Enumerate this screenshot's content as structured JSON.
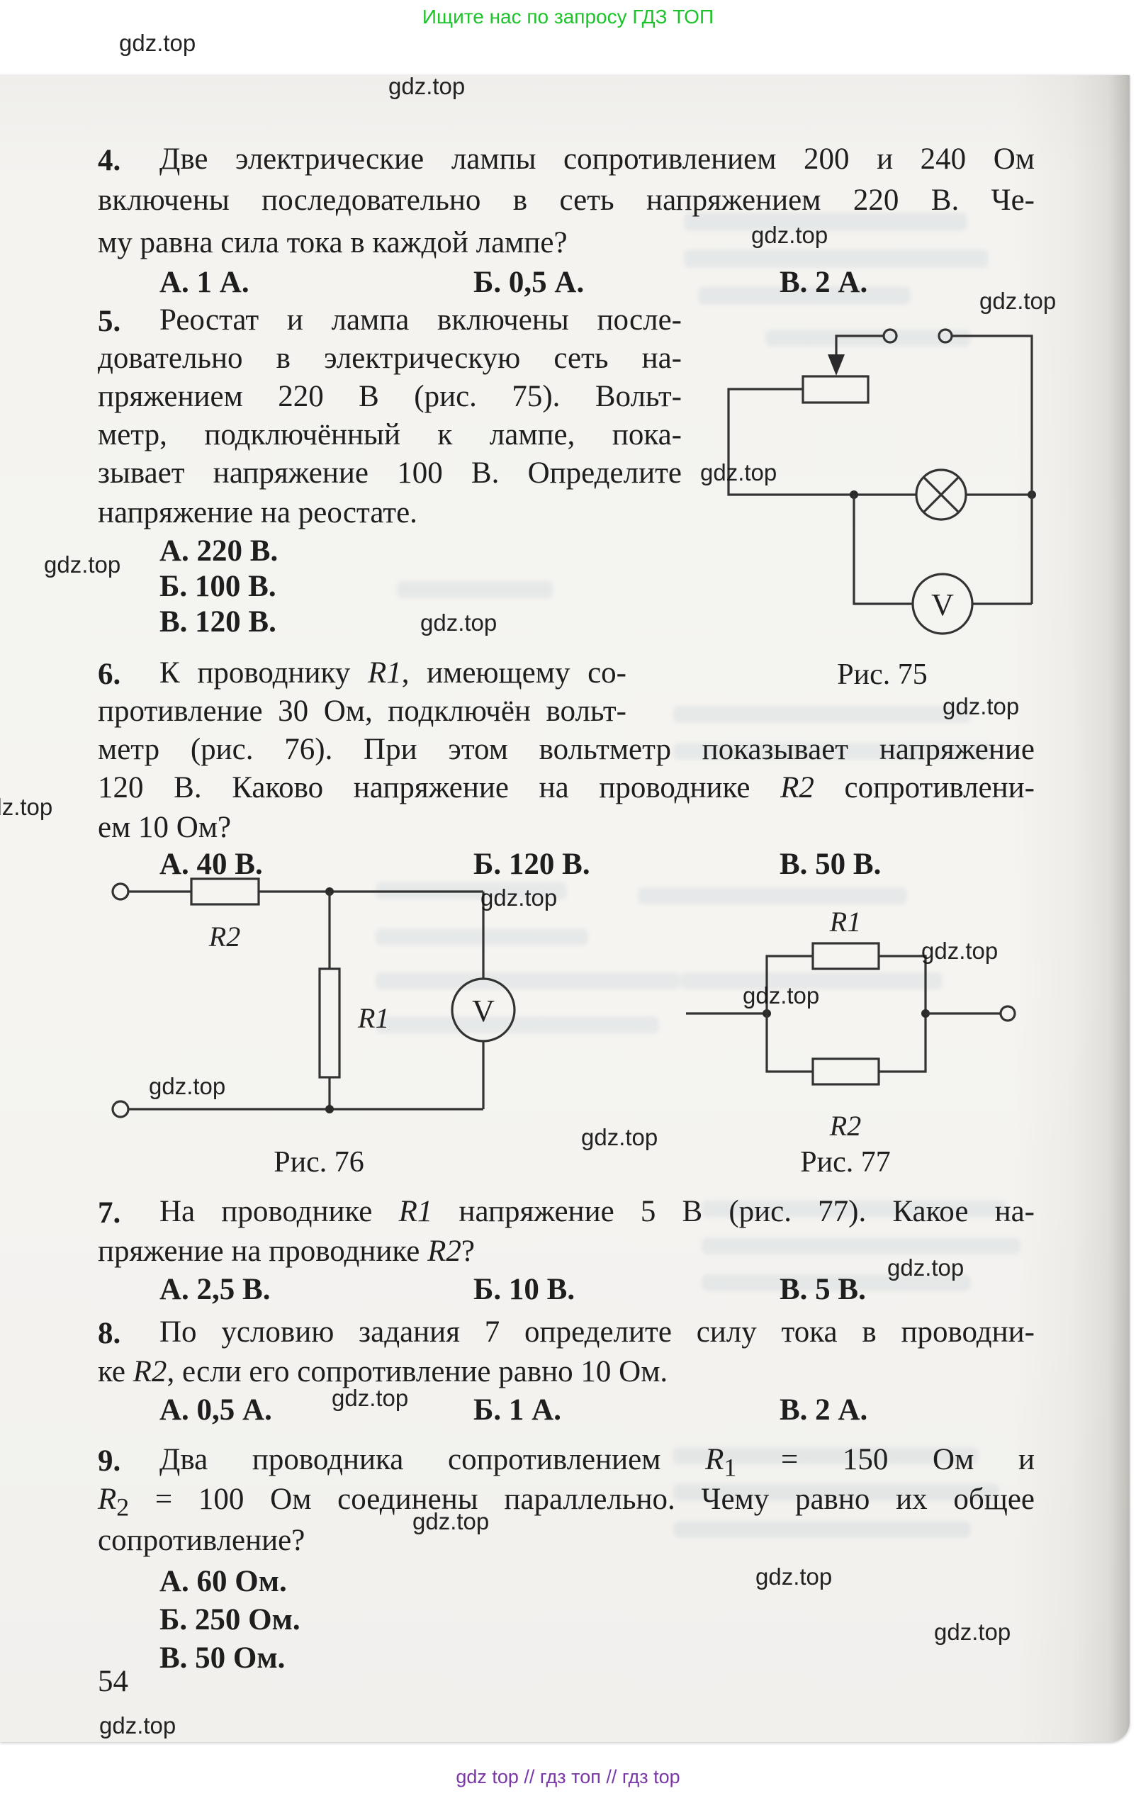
{
  "banner": {
    "text": "Ищите нас по запросу ГДЗ ТОП",
    "color": "#1dc32a"
  },
  "footer": {
    "text": "gdz top  //  гдз топ  //  гдз top",
    "color": "#7a38a6"
  },
  "watermark_text": "gdz.top",
  "page_number": "54",
  "colors": {
    "ink": "#1e1e1e",
    "paper": "#f4f3f0",
    "banner_green": "#1dc32a",
    "footer_purple": "#7a38a6"
  },
  "problems": {
    "p4": {
      "number": "4.",
      "lines": [
        "Две электрические лампы сопротивлением 200 и 240 Ом",
        "включены последовательно в сеть напряжением 220 В. Че-",
        "му равна сила тока в каждой лампе?"
      ],
      "answers": [
        "А. 1 А.",
        "Б. 0,5 А.",
        "В. 2 А."
      ]
    },
    "p5": {
      "number": "5.",
      "lines": [
        "Реостат и лампа включены после-",
        "довательно в электрическую сеть на-",
        "пряжением 220 В (рис. 75). Вольт-",
        "метр, подключённый к лампе, пока-",
        "зывает напряжение 100 В. Определите",
        "напряжение на реостате."
      ],
      "answers": [
        "А. 220 В.",
        "Б. 100 В.",
        "В. 120 В."
      ]
    },
    "p6": {
      "number": "6.",
      "lines": [
        "К проводнику <i>R1</i>, имеющему со-",
        "противление 30 Ом, подключён вольт-",
        "метр (рис. 76). При этом вольтметр показывает напряжение",
        "120 В. Каково напряжение на проводнике <i>R2</i> сопротивлени-",
        "ем 10 Ом?"
      ],
      "answers": [
        "А. 40 В.",
        "Б. 120 В.",
        "В. 50 В."
      ]
    },
    "p7": {
      "number": "7.",
      "lines": [
        "На проводнике <i>R1</i> напряжение 5 В (рис. 77). Какое на-",
        "пряжение на проводнике <i>R2</i>?"
      ],
      "answers": [
        "А. 2,5 В.",
        "Б. 10 В.",
        "В. 5 В."
      ]
    },
    "p8": {
      "number": "8.",
      "lines": [
        "По условию задания 7 определите силу тока в проводни-",
        "ке <i>R2</i>, если его сопротивление равно 10 Ом."
      ],
      "answers": [
        "А. 0,5 А.",
        "Б. 1 А.",
        "В. 2 А."
      ]
    },
    "p9": {
      "number": "9.",
      "lines": [
        "Два проводника сопротивлением <i>R</i><sub>1</sub> = 150 Ом и",
        "<i>R</i><sub>2</sub> = 100 Ом соединены параллельно. Чему равно их общее",
        "сопротивление?"
      ],
      "answers": [
        "А. 60 Ом.",
        "Б. 250 Ом.",
        "В. 50 Ом."
      ]
    }
  },
  "figures": {
    "fig75": {
      "caption": "Рис. 75",
      "meter": "V"
    },
    "fig76": {
      "caption": "Рис. 76",
      "r1": "R1",
      "r2": "R2",
      "meter": "V"
    },
    "fig77": {
      "caption": "Рис. 77",
      "r1": "R1",
      "r2": "R2"
    }
  }
}
